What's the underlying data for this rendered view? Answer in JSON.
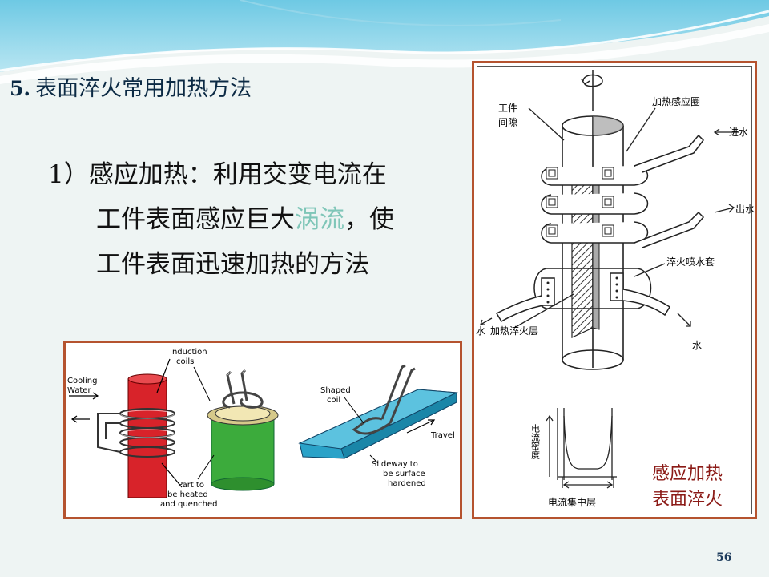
{
  "title": {
    "number": "5.",
    "text": "表面淬火常用加热方法"
  },
  "bullet": {
    "line1": "1）感应加热：利用交变电流在",
    "line2_before": "工件表面感应巨大",
    "line2_highlight": "涡流",
    "line2_after": "，使",
    "line3": "工件表面迅速加热的方法"
  },
  "left_figure": {
    "induction_coils": [
      "Induction",
      "coils"
    ],
    "cooling_water": [
      "Cooling",
      "Water"
    ],
    "part": [
      "Part  to",
      "be  heated",
      "and  quenched"
    ],
    "shaped_coil": [
      "Shaped",
      "coil"
    ],
    "travel": "Travel",
    "slideway": [
      "Slideway  to",
      "be  surface",
      "hardened"
    ]
  },
  "right_figure": {
    "workpiece": "工件",
    "gap": "间隙",
    "coil": "加热感应圈",
    "water_in": "进水",
    "water_out": "出水",
    "quench_jacket": "淬火喷水套",
    "water_left": "水",
    "heated_layer": "加热淬火层",
    "water_right": "水",
    "current_density": "电流密度",
    "current_layer": "电流集中层",
    "caption": [
      "感应加热",
      "表面淬火"
    ]
  },
  "page_number": "56",
  "colors": {
    "frame": "#b5532f",
    "caption": "#8b1a16",
    "highlight": "#7fc6b8",
    "title": "#0c2a44"
  }
}
